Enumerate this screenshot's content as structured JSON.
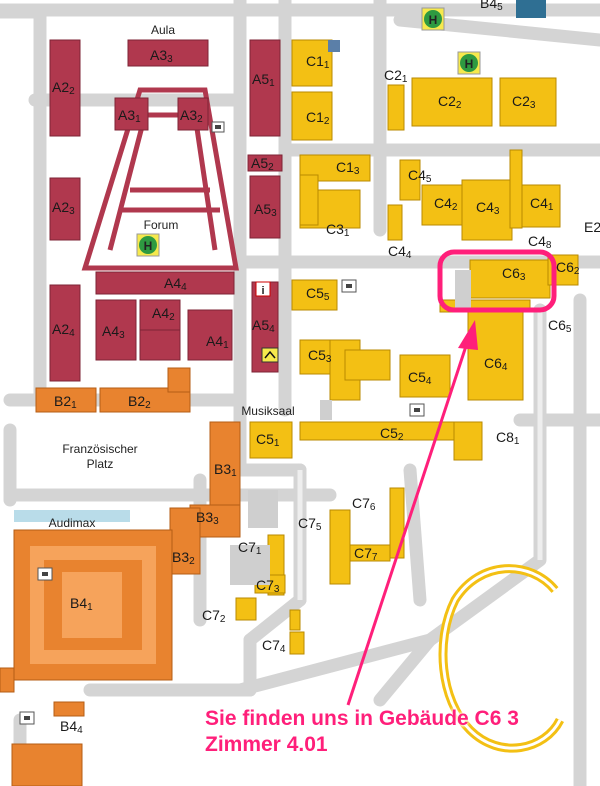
{
  "map": {
    "areas": {
      "aula": "Aula",
      "forum": "Forum",
      "musiksaal": "Musiksaal",
      "platz_line1": "Französischer",
      "platz_line2": "Platz",
      "audimax": "Audimax"
    },
    "big_letter": "A",
    "campus_letter": "C",
    "buildings": {
      "A3_3": [
        "A3",
        "3"
      ],
      "A2_2": [
        "A2",
        "2"
      ],
      "A3_1": [
        "A3",
        "1"
      ],
      "A3_2": [
        "A3",
        "2"
      ],
      "A5_1": [
        "A5",
        "1"
      ],
      "A2_3": [
        "A2",
        "3"
      ],
      "A5_2": [
        "A5",
        "2"
      ],
      "A5_3": [
        "A5",
        "3"
      ],
      "A4_4": [
        "A4",
        "4"
      ],
      "A2_4": [
        "A2",
        "4"
      ],
      "A4_3": [
        "A4",
        "3"
      ],
      "A4_2": [
        "A4",
        "2"
      ],
      "A4_1": [
        "A4",
        "1"
      ],
      "A5_4": [
        "A5",
        "4"
      ],
      "B2_1": [
        "B2",
        "1"
      ],
      "B2_2": [
        "B2",
        "2"
      ],
      "B3_1": [
        "B3",
        "1"
      ],
      "B3_3": [
        "B3",
        "3"
      ],
      "B3_2": [
        "B3",
        "2"
      ],
      "B4_1": [
        "B4",
        "1"
      ],
      "B4_4": [
        "B4",
        "4"
      ],
      "B4_5": [
        "B4",
        "5"
      ],
      "C1_1": [
        "C1",
        "1"
      ],
      "C1_2": [
        "C1",
        "2"
      ],
      "C2_1": [
        "C2",
        "1"
      ],
      "C2_2": [
        "C2",
        "2"
      ],
      "C2_3": [
        "C2",
        "3"
      ],
      "C1_3": [
        "C1",
        "3"
      ],
      "C3_1": [
        "C3",
        "1"
      ],
      "C4_5": [
        "C4",
        "5"
      ],
      "C4_2": [
        "C4",
        "2"
      ],
      "C4_3": [
        "C4",
        "3"
      ],
      "C4_1": [
        "C4",
        "1"
      ],
      "C4_4": [
        "C4",
        "4"
      ],
      "C4_8": [
        "C4",
        "8"
      ],
      "C6_3": [
        "C6",
        "3"
      ],
      "C6_2": [
        "C6",
        "2"
      ],
      "C6_5": [
        "C6",
        "5"
      ],
      "C6_4": [
        "C6",
        "4"
      ],
      "C5_5": [
        "C5",
        "5"
      ],
      "C5_3": [
        "C5",
        "3"
      ],
      "C5_4": [
        "C5",
        "4"
      ],
      "C5_1": [
        "C5",
        "1"
      ],
      "C5_2": [
        "C5",
        "2"
      ],
      "C8_1": [
        "C8",
        "1"
      ],
      "C7_6": [
        "C7",
        "6"
      ],
      "C7_5": [
        "C7",
        "5"
      ],
      "C7_7": [
        "C7",
        "7"
      ],
      "C7_1": [
        "C7",
        "1"
      ],
      "C7_3": [
        "C7",
        "3"
      ],
      "C7_2": [
        "C7",
        "2"
      ],
      "C7_4": [
        "C7",
        "4"
      ],
      "E2": [
        "E2",
        ""
      ]
    },
    "icons": {
      "bus_stop": "H",
      "info": "i",
      "toilet": "WC",
      "post": "post"
    },
    "colors": {
      "zone_a": "#b0384e",
      "zone_b": "#e8832f",
      "zone_c": "#f3c014",
      "road": "#d4d4d4",
      "highlight": "#ff1f7a"
    }
  },
  "annotation": {
    "line1": "Sie finden uns in Gebäude C6 3",
    "line2": "Zimmer 4.01"
  }
}
